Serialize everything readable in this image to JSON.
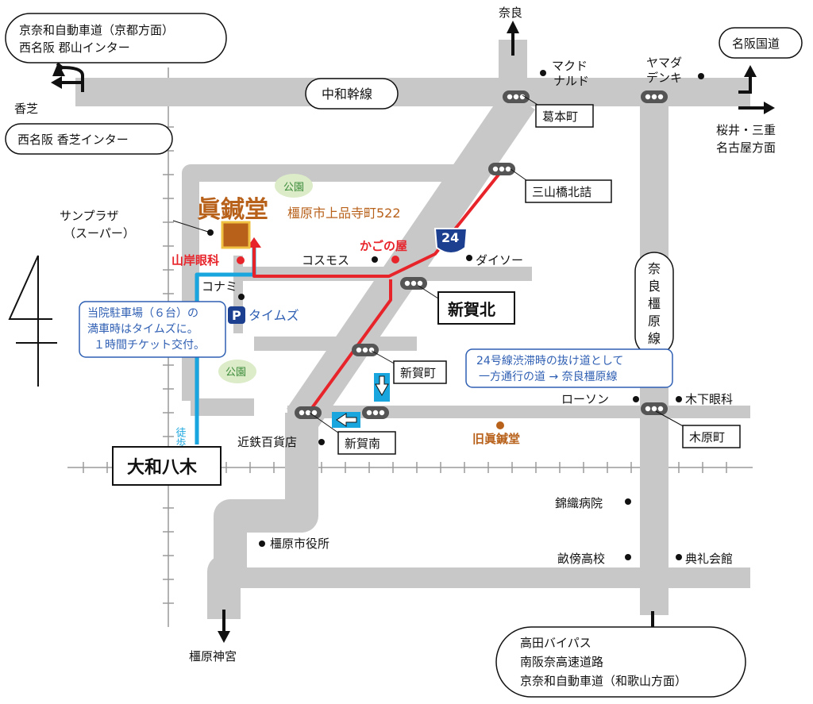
{
  "clinic": {
    "name": "眞鍼堂",
    "address": "橿原市上品寺町522"
  },
  "old_clinic": "旧眞鍼堂",
  "kagonoya": "かごの屋",
  "yamagishi": "山岸眼科",
  "route_number": "24",
  "stations": {
    "yamato_yagi": "大和八木",
    "shinga_kita": "新賀北"
  },
  "walk_label": "徒歩",
  "parking": {
    "icon": "P",
    "name": "タイムズ"
  },
  "parking_note": [
    "当院駐車場（６台）の",
    "満車時はタイムズに。",
    "１時間チケット交付。"
  ],
  "bypass_note": [
    "24号線渋滞時の抜け道として",
    "一方通行の道 → 奈良橿原線"
  ],
  "roads": {
    "chuwa": "中和幹線",
    "nara_kashihara": "奈良橿原線"
  },
  "destinations": {
    "kyoto": [
      "京奈和自動車道（京都方面）",
      "西名阪 郡山インター"
    ],
    "kashiba_ic": "西名阪 香芝インター",
    "kashiba": "香芝",
    "nara": "奈良",
    "meihan": "名阪国道",
    "sakurai": [
      "桜井・三重",
      "名古屋方面"
    ],
    "kashihara_jingu": "橿原神宮",
    "south": [
      "高田バイパス",
      "南阪奈高速道路",
      "京奈和自動車道（和歌山方面）"
    ]
  },
  "intersections": {
    "kuzumoto": "葛本町",
    "sanyamabashi": "三山橋北詰",
    "shingacho": "新賀町",
    "shinga_minami": "新賀南",
    "kiharacho": "木原町"
  },
  "landmarks": {
    "sunplaza": [
      "サンプラザ",
      "（スーパー）"
    ],
    "konami": "コナミ",
    "cosmos": "コスモス",
    "daiso": "ダイソー",
    "mcdonalds": [
      "マクド",
      "ナルド"
    ],
    "yamada": [
      "ヤマダ",
      "デンキ"
    ],
    "lawson": "ローソン",
    "kinoshita": "木下眼科",
    "kintetsu": "近鉄百貨店",
    "nishiki": "錦織病院",
    "city_hall": "橿原市役所",
    "unebi": "畝傍高校",
    "tenrei": "典礼会館",
    "park": "公園"
  },
  "colors": {
    "road": "#c8c8c8",
    "route": "#e8242b",
    "walk": "#19a5de",
    "clinic_orange": "#b8611b",
    "national_route": "#1c3f8f",
    "note_blue": "#2f5fb3",
    "park": "#dcecc8"
  }
}
